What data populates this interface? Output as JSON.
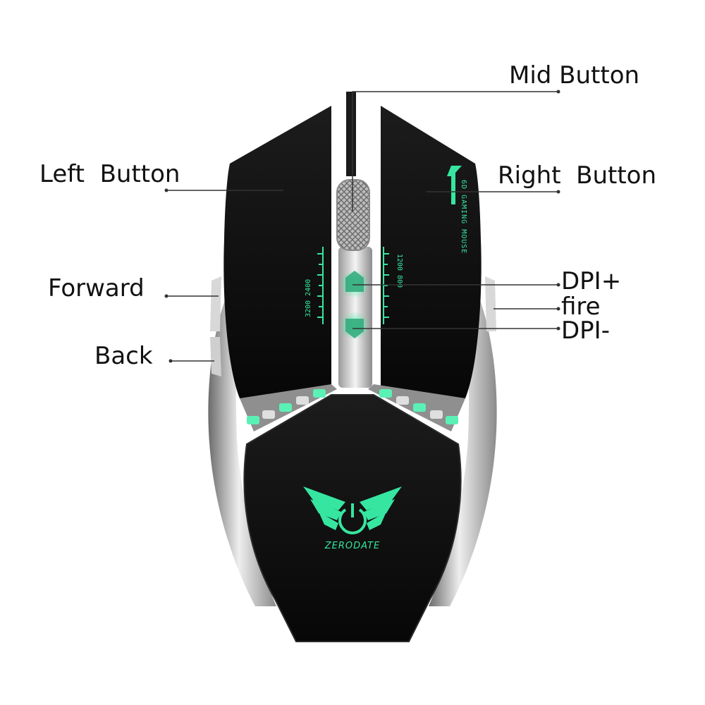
{
  "labels": {
    "mid_button": "Mid Button",
    "left_button": "Left  Button",
    "right_button": "Right  Button",
    "forward": "Forward",
    "back": "Back",
    "dpi_plus": "DPI+",
    "fire": "fire",
    "dpi_minus": "DPI-"
  },
  "mouse": {
    "brand": "ZERODATE",
    "right_panel_text": "6D GAMING MOUSE",
    "dpi_scale_left": "3200 2400",
    "dpi_scale_right": "1200 800"
  },
  "colors": {
    "accent": "#36e6a0",
    "body": "#0d0d0d",
    "chrome": "#c8c8c8",
    "leader": "#333333"
  }
}
